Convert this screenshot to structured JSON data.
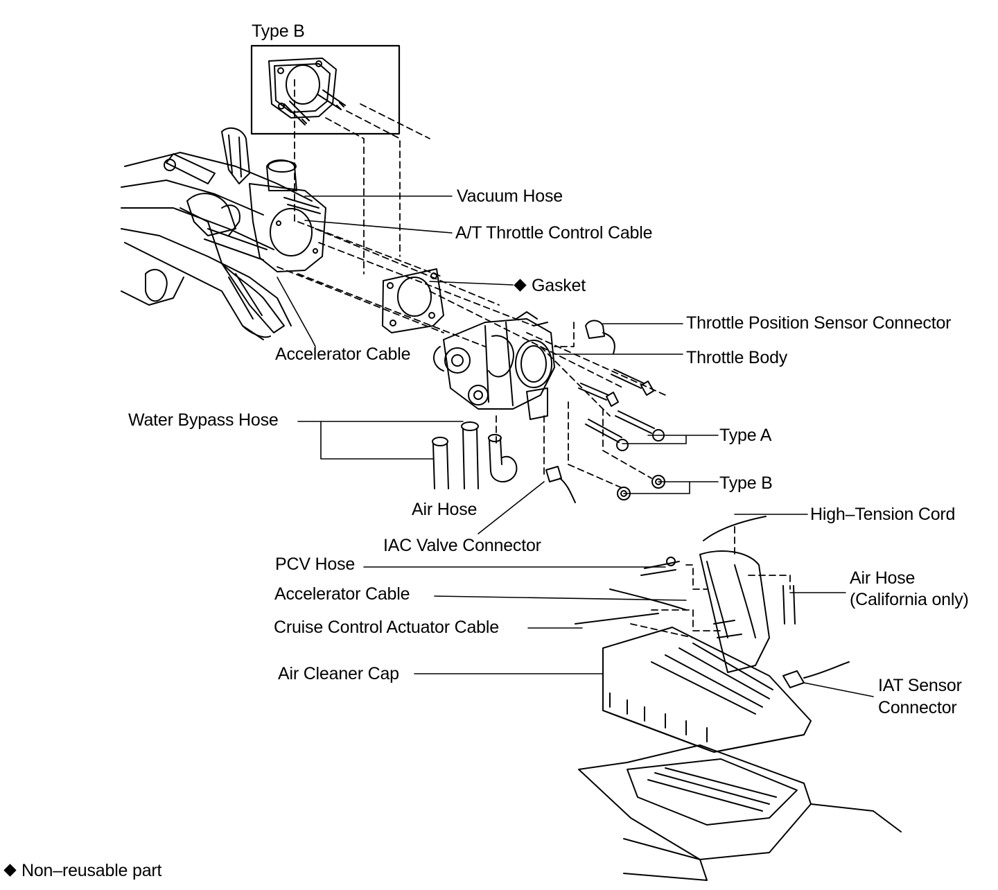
{
  "labels": {
    "type_b_inset": "Type B",
    "vacuum_hose": "Vacuum Hose",
    "at_throttle_control_cable": "A/T Throttle Control Cable",
    "gasket": "Gasket",
    "throttle_position_sensor_connector": "Throttle Position Sensor Connector",
    "throttle_body": "Throttle Body",
    "accelerator_cable_upper": "Accelerator Cable",
    "water_bypass_hose": "Water Bypass Hose",
    "type_a": "Type A",
    "type_b_nuts": "Type B",
    "air_hose": "Air Hose",
    "iac_valve_connector": "IAC Valve Connector",
    "high_tension_cord": "High–Tension Cord",
    "pcv_hose": "PCV Hose",
    "air_hose_ca_line1": "Air Hose",
    "air_hose_ca_line2": "(California only)",
    "accelerator_cable_lower": "Accelerator Cable",
    "cruise_control_actuator_cable": "Cruise Control Actuator Cable",
    "air_cleaner_cap": "Air Cleaner Cap",
    "iat_sensor_connector_line1": "IAT Sensor",
    "iat_sensor_connector_line2": "Connector"
  },
  "legend": {
    "non_reusable": "Non–reusable part"
  },
  "colors": {
    "ink": "#000000",
    "paper": "#ffffff"
  },
  "icons": {
    "non_reusable_marker": "diamond-icon"
  }
}
